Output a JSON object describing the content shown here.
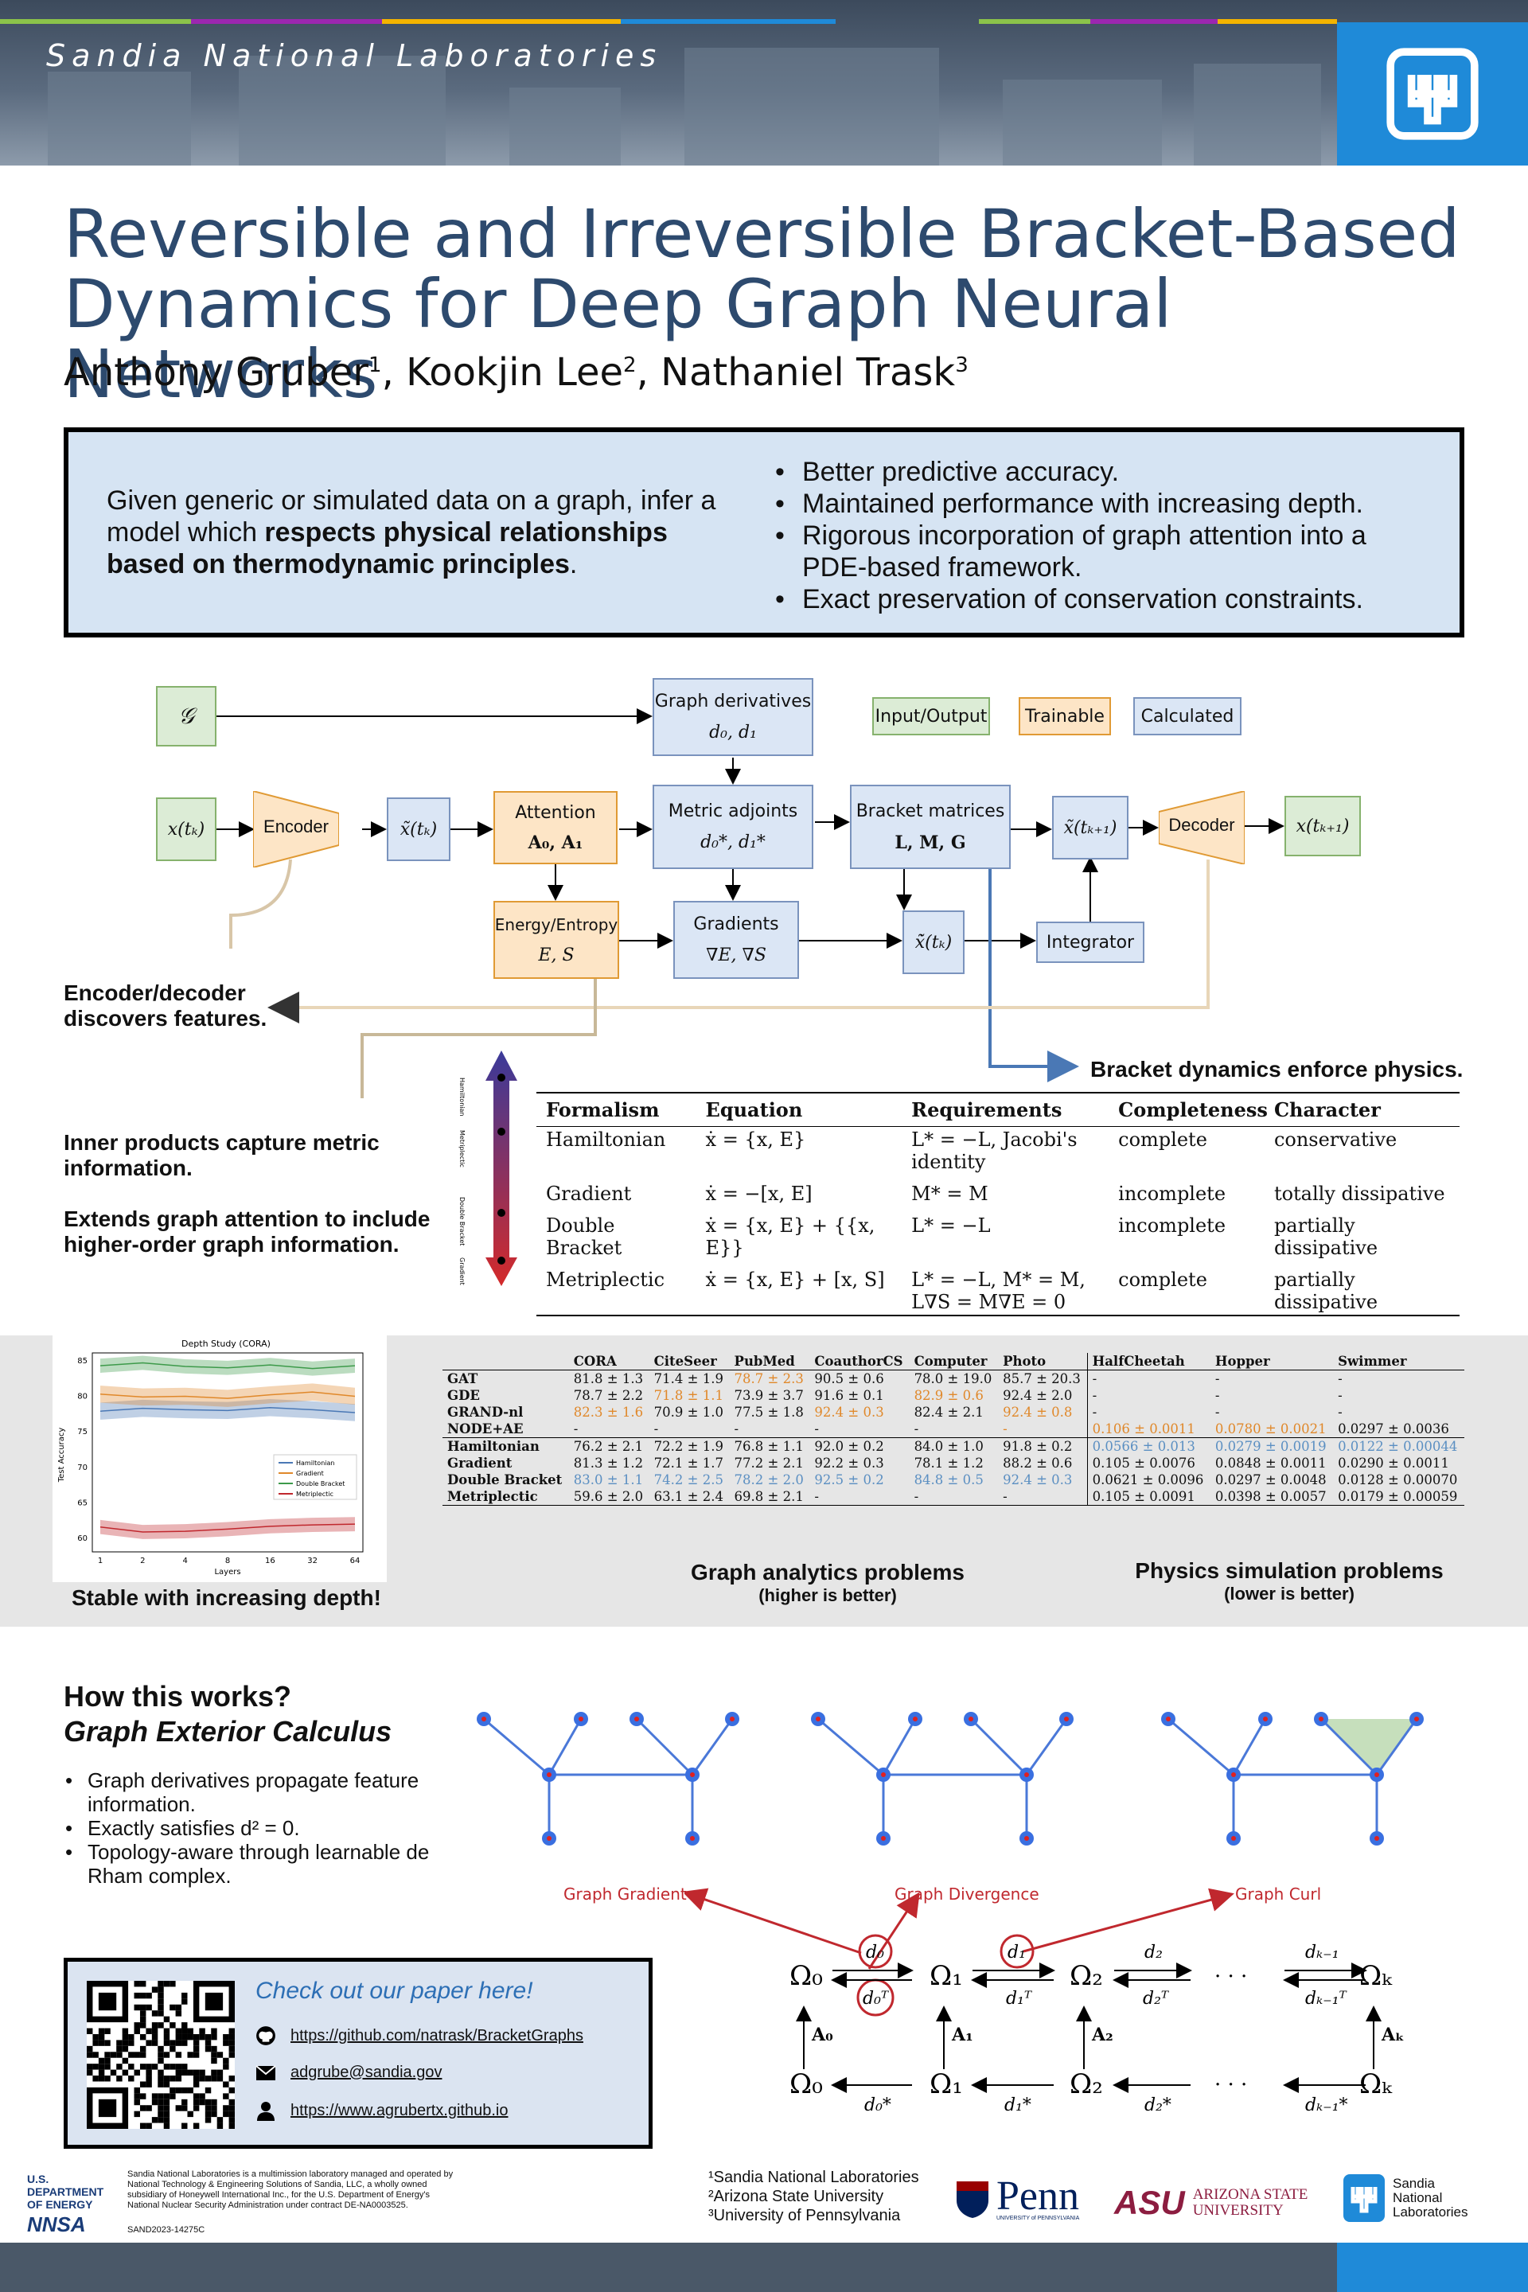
{
  "header": {
    "org": "Sandia National Laboratories",
    "stripe_colors": [
      "#8bc34a",
      "#9c27b0",
      "#f4b400",
      "#1f8ad8",
      "#e91e63",
      "#4caf50"
    ]
  },
  "title": {
    "line1": "Reversible and Irreversible Bracket-Based",
    "line2": "Dynamics for Deep Graph Neural Networks"
  },
  "authors": [
    {
      "name": "Anthony Gruber",
      "aff": "1"
    },
    {
      "name": "Kookjin Lee",
      "aff": "2"
    },
    {
      "name": "Nathaniel Trask",
      "aff": "3"
    }
  ],
  "summary": {
    "pre": "Given generic or simulated data on a graph, infer a model which ",
    "bold": "respects physical relationships based on thermodynamic principles",
    "post": ".",
    "bullets": [
      "Better predictive accuracy.",
      "Maintained performance with increasing depth.",
      "Rigorous incorporation of graph attention into a PDE-based framework.",
      "Exact preservation of conservation constraints."
    ]
  },
  "diagram": {
    "G": "𝒢",
    "graph_derivatives": "Graph derivatives",
    "graph_derivatives_math": "d₀, d₁",
    "legend": [
      "Input/Output",
      "Trainable",
      "Calculated"
    ],
    "x_tk": "x(tₖ)",
    "encoder": "Encoder",
    "xt_tk": "x̃(tₖ)",
    "attention": "Attention",
    "attention_math": "A₀, A₁",
    "metric_adjoints": "Metric adjoints",
    "metric_adjoints_math": "d₀*, d₁*",
    "bracket_matrices": "Bracket matrices",
    "bracket_matrices_math": "L, M, G",
    "xt_tk1": "x̃(tₖ₊₁)",
    "decoder": "Decoder",
    "x_tk1": "x(tₖ₊₁)",
    "energy_entropy": "Energy/Entropy",
    "energy_entropy_math": "E, S",
    "gradients": "Gradients",
    "gradients_math": "∇E, ∇S",
    "xdot": "ẋ̃(tₖ)",
    "integrator": "Integrator"
  },
  "callouts": {
    "enc_dec": "Encoder/decoder discovers features.",
    "bracket_dyn": "Bracket dynamics enforce physics.",
    "inner_prod": "Inner products capture metric information.",
    "extends": "Extends graph attention to include higher-order graph information."
  },
  "spectrum": [
    "Hamiltonian",
    "Metriplectic",
    "Double Bracket",
    "Gradient"
  ],
  "formalism": {
    "headers": [
      "Formalism",
      "Equation",
      "Requirements",
      "Completeness",
      "Character"
    ],
    "rows": [
      [
        "Hamiltonian",
        "ẋ = {x, E}",
        "L* = −L, Jacobi's identity",
        "complete",
        "conservative"
      ],
      [
        "Gradient",
        "ẋ = −[x, E]",
        "M* = M",
        "incomplete",
        "totally dissipative"
      ],
      [
        "Double Bracket",
        "ẋ = {x, E} + {{x, E}}",
        "L* = −L",
        "incomplete",
        "partially dissipative"
      ],
      [
        "Metriplectic",
        "ẋ = {x, E} + [x, S]",
        "L* = −L, M* = M, L∇S = M∇E = 0",
        "complete",
        "partially dissipative"
      ]
    ]
  },
  "depth_chart": {
    "caption": "Stable with increasing depth!"
  },
  "chart_data": {
    "type": "line",
    "title": "Depth Study (CORA)",
    "xlabel": "Layers",
    "ylabel": "Test Accuracy",
    "categories": [
      "1",
      "2",
      "4",
      "8",
      "16",
      "32",
      "64"
    ],
    "ylim": [
      58,
      86
    ],
    "yticks": [
      60,
      65,
      70,
      75,
      80,
      85
    ],
    "legend_position": "center-right",
    "series": [
      {
        "name": "Hamiltonian",
        "color": "#4a78b5",
        "values": [
          77.8,
          78.2,
          78.0,
          77.9,
          78.3,
          78.0,
          77.6
        ],
        "band": 1.2
      },
      {
        "name": "Gradient",
        "color": "#e0882a",
        "values": [
          80.2,
          79.8,
          79.9,
          79.6,
          80.1,
          80.5,
          79.9
        ],
        "band": 1.2
      },
      {
        "name": "Double Bracket",
        "color": "#3d9a4a",
        "values": [
          84.2,
          84.6,
          84.1,
          83.9,
          84.3,
          83.8,
          84.2
        ],
        "band": 1.0
      },
      {
        "name": "Metriplectic",
        "color": "#c0282e",
        "values": [
          61.5,
          60.8,
          60.9,
          61.2,
          61.6,
          61.8,
          61.9
        ],
        "band": 1.0
      }
    ]
  },
  "results": {
    "headers": [
      "",
      "CORA",
      "CiteSeer",
      "PubMed",
      "CoauthorCS",
      "Computer",
      "Photo",
      "HalfCheetah",
      "Hopper",
      "Swimmer"
    ],
    "baselines": [
      [
        "GAT",
        "81.8 ± 1.3",
        "71.4 ± 1.9",
        "78.7 ± 2.3",
        "90.5 ± 0.6",
        "78.0 ± 19.0",
        "85.7 ± 20.3",
        "-",
        "-",
        "-"
      ],
      [
        "GDE",
        "78.7 ± 2.2",
        "71.8 ± 1.1",
        "73.9 ± 3.7",
        "91.6 ± 0.1",
        "82.9 ± 0.6",
        "92.4 ± 2.0",
        "-",
        "-",
        "-"
      ],
      [
        "GRAND-nl",
        "82.3 ± 1.6",
        "70.9 ± 1.0",
        "77.5 ± 1.8",
        "92.4 ± 0.3",
        "82.4 ± 2.1",
        "92.4 ± 0.8",
        "-",
        "-",
        "-"
      ],
      [
        "NODE+AE",
        "-",
        "-",
        "-",
        "-",
        "-",
        "-",
        "0.106 ± 0.0011",
        "0.0780 ± 0.0021",
        "0.0297 ± 0.0036"
      ]
    ],
    "baselines_colors": [
      [
        "",
        "",
        "",
        "or",
        "",
        "",
        "",
        "",
        ""
      ],
      [
        "",
        "",
        "or",
        "",
        "",
        "or",
        "",
        "",
        ""
      ],
      [
        "",
        "or",
        "",
        "",
        "or",
        "",
        "or",
        "",
        ""
      ],
      [
        "",
        "",
        "",
        "",
        "",
        "",
        "or",
        "or",
        "or"
      ]
    ],
    "ours": [
      [
        "Hamiltonian",
        "76.2 ± 2.1",
        "72.2 ± 1.9",
        "76.8 ± 1.1",
        "92.0 ± 0.2",
        "84.0 ± 1.0",
        "91.8 ± 0.2",
        "0.0566 ± 0.013",
        "0.0279 ± 0.0019",
        "0.0122 ± 0.00044"
      ],
      [
        "Gradient",
        "81.3 ± 1.2",
        "72.1 ± 1.7",
        "77.2 ± 2.1",
        "92.2 ± 0.3",
        "78.1 ± 1.2",
        "88.2 ± 0.6",
        "0.105 ± 0.0076",
        "0.0848 ± 0.0011",
        "0.0290 ± 0.0011"
      ],
      [
        "Double Bracket",
        "83.0 ± 1.1",
        "74.2 ± 2.5",
        "78.2 ± 2.0",
        "92.5 ± 0.2",
        "84.8 ± 0.5",
        "92.4 ± 0.3",
        "0.0621 ± 0.0096",
        "0.0297 ± 0.0048",
        "0.0128 ± 0.00070"
      ],
      [
        "Metriplectic",
        "59.6 ± 2.0",
        "63.1 ± 2.4",
        "69.8 ± 2.1",
        "-",
        "-",
        "-",
        "0.105 ± 0.0091",
        "0.0398 ± 0.0057",
        "0.0179 ± 0.00059"
      ]
    ],
    "ours_colors": [
      [
        "",
        "",
        "",
        "",
        "",
        "",
        "",
        "bl",
        "bl",
        "bl"
      ],
      [
        "",
        "",
        "",
        "",
        "",
        "",
        "",
        "",
        "",
        ""
      ],
      [
        "",
        "bl",
        "bl",
        "bl",
        "bl",
        "bl",
        "bl",
        "",
        "",
        ""
      ],
      [
        "",
        "",
        "",
        "",
        "",
        "",
        "",
        "",
        "",
        ""
      ]
    ],
    "graph_caption": "Graph analytics problems",
    "graph_sub": "(higher is better)",
    "phys_caption": "Physics simulation problems",
    "phys_sub": "(lower is better)"
  },
  "how": {
    "title1": "How this works?",
    "title2": "Graph Exterior Calculus",
    "bullets": [
      "Graph derivatives propagate feature information.",
      "Exactly satisfies d² = 0.",
      "Topology-aware through learnable de Rham complex."
    ],
    "labels": [
      "Graph Gradient",
      "Graph Divergence",
      "Graph Curl"
    ]
  },
  "complex": {
    "omega0": "Ω₀",
    "omega1": "Ω₁",
    "omega2": "Ω₂",
    "omegak": "Ωₖ",
    "d0": "d₀",
    "d1": "d₁",
    "d2": "d₂",
    "dk1": "dₖ₋₁",
    "d0T": "d₀ᵀ",
    "d1T": "d₁ᵀ",
    "d2T": "d₂ᵀ",
    "dk1T": "dₖ₋₁ᵀ",
    "A0": "A₀",
    "A1": "A₁",
    "A2": "A₂",
    "Ak": "Aₖ",
    "d0s": "d₀*",
    "d1s": "d₁*",
    "d2s": "d₂*",
    "dk1s": "dₖ₋₁*",
    "dots": "· · ·"
  },
  "links": {
    "heading": "Check out our paper here!",
    "github": "https://github.com/natrask/BracketGraphs",
    "email": "adgrube@sandia.gov",
    "site": "https://www.agrubertx.github.io"
  },
  "footer": {
    "doe": "U.S. DEPARTMENT OF ENERGY",
    "nnsa": "NNSA",
    "disclaimer": "Sandia National Laboratories is a multimission laboratory managed and operated by National Technology & Engineering Solutions of Sandia, LLC, a wholly owned subsidiary of Honeywell International Inc., for the U.S. Department of Energy's National Nuclear Security Administration under contract DE-NA0003525.",
    "sand": "SAND2023-14275C",
    "affiliations": [
      "¹Sandia National Laboratories",
      "²Arizona State University",
      "³University of Pennsylvania"
    ],
    "penn": "Penn",
    "penn_sub": "UNIVERSITY of PENNSYLVANIA",
    "asu": "ASU",
    "asu_name": "ARIZONA STATE UNIVERSITY",
    "sandia_logo": "Sandia National Laboratories"
  }
}
